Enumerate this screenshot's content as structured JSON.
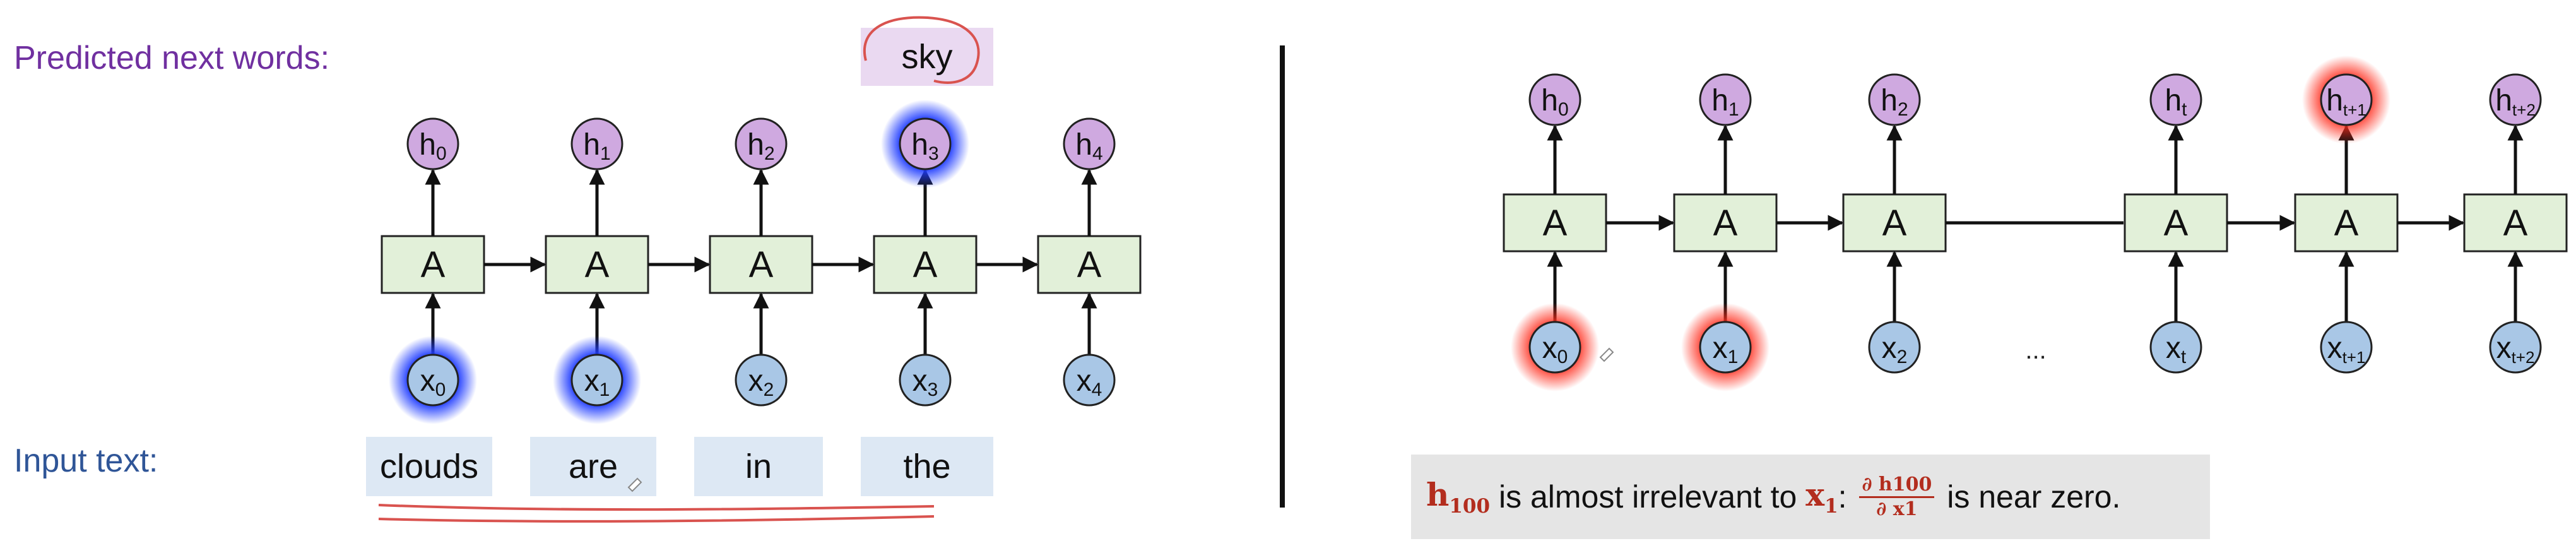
{
  "left_panel": {
    "predicted_label": "Predicted next words:",
    "input_label": "Input text:",
    "predicted_word": "sky",
    "input_words": [
      "clouds",
      "are",
      "in",
      "the"
    ],
    "cell_label": "A",
    "hidden_states": [
      "h0",
      "h1",
      "h2",
      "h3",
      "h4"
    ],
    "inputs": [
      "x0",
      "x1",
      "x2",
      "x3",
      "x4"
    ]
  },
  "right_panel": {
    "cell_label": "A",
    "hidden_states": [
      "h0",
      "h1",
      "h2",
      "ht",
      "ht+1",
      "ht+2"
    ],
    "inputs": [
      "x0",
      "x1",
      "x2",
      "xt",
      "xt+1",
      "xt+2"
    ],
    "ellipsis": "...",
    "caption": {
      "h_symbol": "h",
      "h_index": "100",
      "text_1": " is almost irrelevant to ",
      "x_symbol": "x",
      "x_index": "1",
      "colon": ": ",
      "frac_num": "∂ h100",
      "frac_den": "∂ x1",
      "text_2": " is near zero."
    }
  },
  "colors": {
    "hidden_fill": "#cfa9e0",
    "input_fill": "#a9c7e6",
    "cell_fill": "#e2f0d9",
    "highlight_blue": "#1f3cff",
    "highlight_red": "#ff2a1a",
    "annotation_red": "#d9534f"
  }
}
